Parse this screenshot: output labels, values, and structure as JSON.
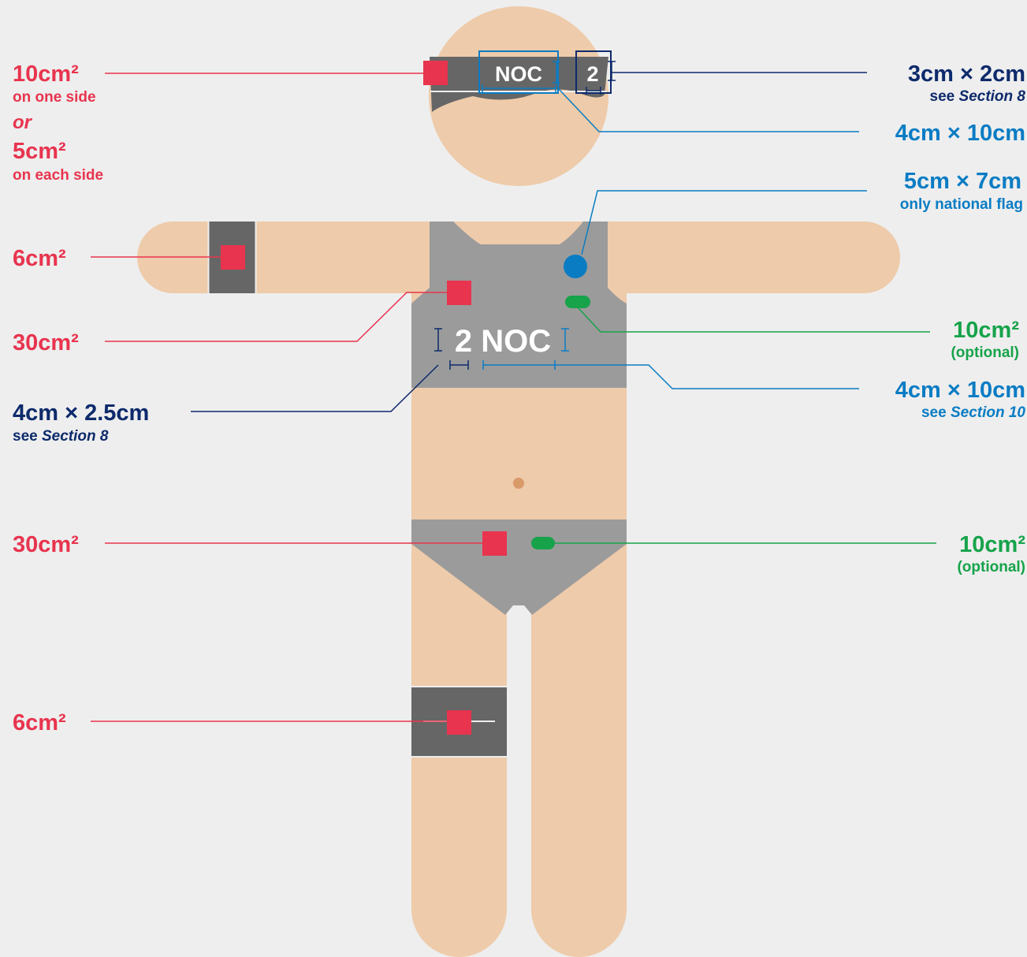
{
  "left_labels": {
    "head_logo": {
      "size": "10cm²",
      "note1": "on one side",
      "or": "or",
      "size2": "5cm²",
      "note2": "on each side"
    },
    "wrist": {
      "size": "6cm²"
    },
    "chest": {
      "size": "30cm²"
    },
    "nameplate": {
      "size": "4cm × 2.5cm",
      "see": "see",
      "section": "Section 8"
    },
    "hip": {
      "size": "30cm²"
    },
    "knee": {
      "size": "6cm²"
    }
  },
  "right_labels": {
    "cap_number": {
      "size": "3cm × 2cm",
      "see": "see",
      "section": "Section 8"
    },
    "cap_noc": {
      "size": "4cm × 10cm"
    },
    "flag": {
      "size": "5cm × 7cm",
      "note": "only national flag"
    },
    "chest_optional": {
      "size": "10cm²",
      "note": "(optional)"
    },
    "chest_noc": {
      "size": "4cm × 10cm",
      "see": "see",
      "section": "Section 10"
    },
    "hip_optional": {
      "size": "10cm²",
      "note": "(optional)"
    }
  },
  "figure_text": {
    "cap_noc": "NOC",
    "cap_number": "2",
    "chest_text": "2 NOC"
  },
  "colors": {
    "background": "#eeeeee",
    "skin": "#eecbaa",
    "garment_light": "#9b9b9b",
    "garment_dark": "#666666",
    "logo_red": "#e8344e",
    "navy": "#0d2a6b",
    "blue": "#0a7cc4",
    "green": "#16a34a"
  }
}
